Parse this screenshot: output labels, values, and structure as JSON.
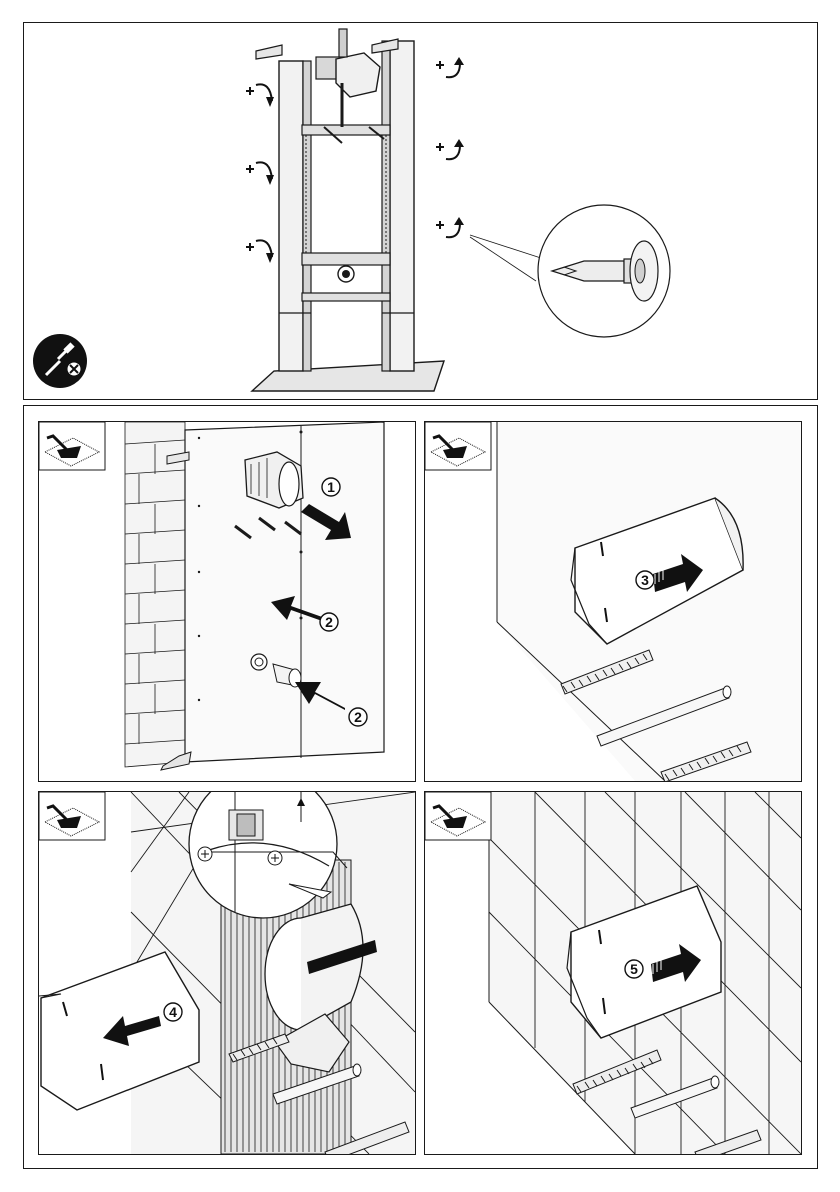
{
  "steps": [
    {
      "id": "step-1",
      "label": "1"
    },
    {
      "id": "step-2a",
      "label": "2"
    },
    {
      "id": "step-2b",
      "label": "2"
    },
    {
      "id": "step-3",
      "label": "3"
    },
    {
      "id": "step-4",
      "label": "4"
    },
    {
      "id": "step-5",
      "label": "5"
    }
  ],
  "icons": {
    "no_screwdriver": "no-screwdriver-icon",
    "trowel": "trowel-plaster-icon",
    "screw_out": "screw-unscrew-icon",
    "screw_in": "screw-screw-in-icon"
  },
  "colors": {
    "line": "#1a1a1a",
    "wall": "#efefef",
    "tile": "#e8e8e8",
    "badge": "#111111"
  }
}
